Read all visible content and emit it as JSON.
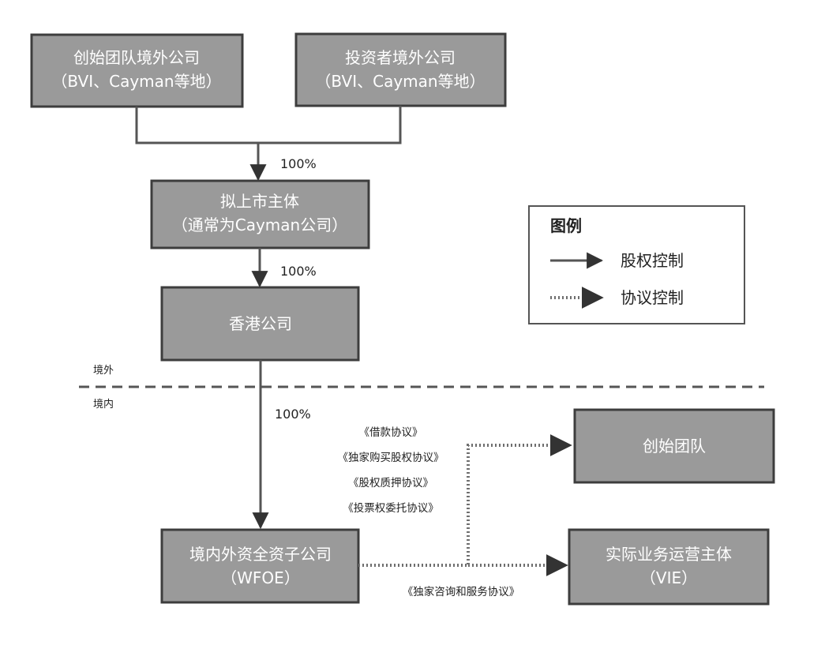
{
  "nodes": {
    "founder_offshore": {
      "line1": "创始团队境外公司",
      "line2": "（BVI、Cayman等地）"
    },
    "investor_offshore": {
      "line1": "投资者境外公司",
      "line2": "（BVI、Cayman等地）"
    },
    "listing_entity": {
      "line1": "拟上市主体",
      "line2": "（通常为Cayman公司）"
    },
    "hk_company": {
      "line1": "香港公司"
    },
    "wfoe": {
      "line1": "境内外资全资子公司",
      "line2": "（WFOE）"
    },
    "founders": {
      "line1": "创始团队"
    },
    "vie": {
      "line1": "实际业务运营主体",
      "line2": "（VIE）"
    }
  },
  "edges": {
    "to_listing_pct": "100%",
    "to_hk_pct": "100%",
    "to_wfoe_pct": "100%"
  },
  "boundary": {
    "offshore": "境外",
    "onshore": "境内"
  },
  "agreements": {
    "founders_list": [
      "《借款协议》",
      "《独家购买股权协议》",
      "《股权质押协议》",
      "《投票权委托协议》"
    ],
    "vie_agreement": "《独家咨询和服务协议》"
  },
  "legend": {
    "title": "图例",
    "equity": "股权控制",
    "contract": "协议控制"
  }
}
